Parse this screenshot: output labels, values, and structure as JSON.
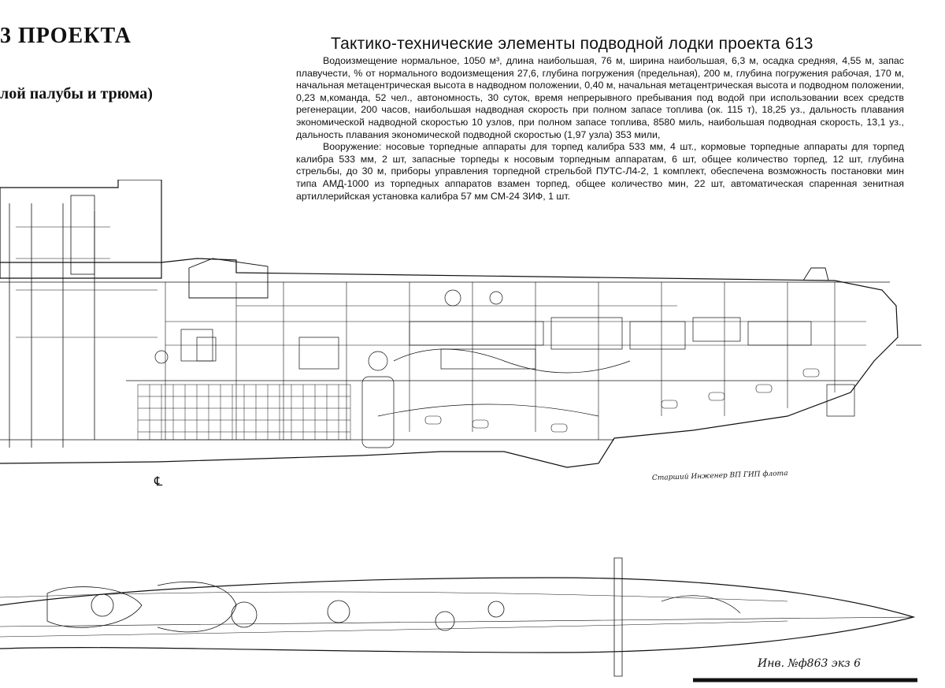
{
  "header": {
    "left_title": "3 ПРОЕКТА",
    "left_subtitle": "лой палубы и трюма)"
  },
  "document": {
    "title": "Тактико-технические элементы подводной лодки проекта 613",
    "paragraph_1": "Водоизмещение нормальное, 1050 м³, длина наибольшая, 76 м, ширина наибольшая, 6,3 м, осадка средняя, 4,55 м, запас плавучести, % от нормального водоизмещения 27,6, глубина погружения (предельная), 200 м, глубина погружения рабочая, 170 м, начальная метацентрическая высота в надводном положении, 0,40 м, начальная метацентрическая высота и подводном положении, 0,23 м,команда, 52 чел., автономность, 30 суток, время непрерывного пребывания под водой при использовании всех средств регенерации, 200 часов, наибольшая надводная скорость при полном запасе топлива (ок. 115 т), 18,25 уз., дальность плавания экономической надводной скоростью 10 узлов, при полном запасе топлива, 8580 миль, наибольшая подводная скорость, 13,1 уз., дальность плавания экономической подводной скоростью (1,97 узла) 353 мили,",
    "paragraph_2": "Вооружение: носовые торпедные аппараты для торпед калибра 533 мм, 4 шт., кормовые торпедные аппараты для торпед калибра 533 мм, 2 шт, запасные торпеды к носовым торпедным аппаратам, 6 шт, общее количество торпед, 12 шт, глубина стрельбы, до 30 м, приборы управления торпедной стрельбой ПУТС-Л4-2, 1 комплект, обеспечена возможность постановки мин типа АМД-1000 из торпедных аппаратов взамен торпед, общее количество мин, 22 шт, автоматическая спаренная зенитная артиллерийская установка калибра 57 мм СМ-24 ЗИФ, 1 шт."
  },
  "drawing": {
    "centerline_mark": "℄",
    "signature_note": "Старший Инженер ВП ГИП флота",
    "inventory_stamp": "Инв. №ф863 экз 6"
  }
}
